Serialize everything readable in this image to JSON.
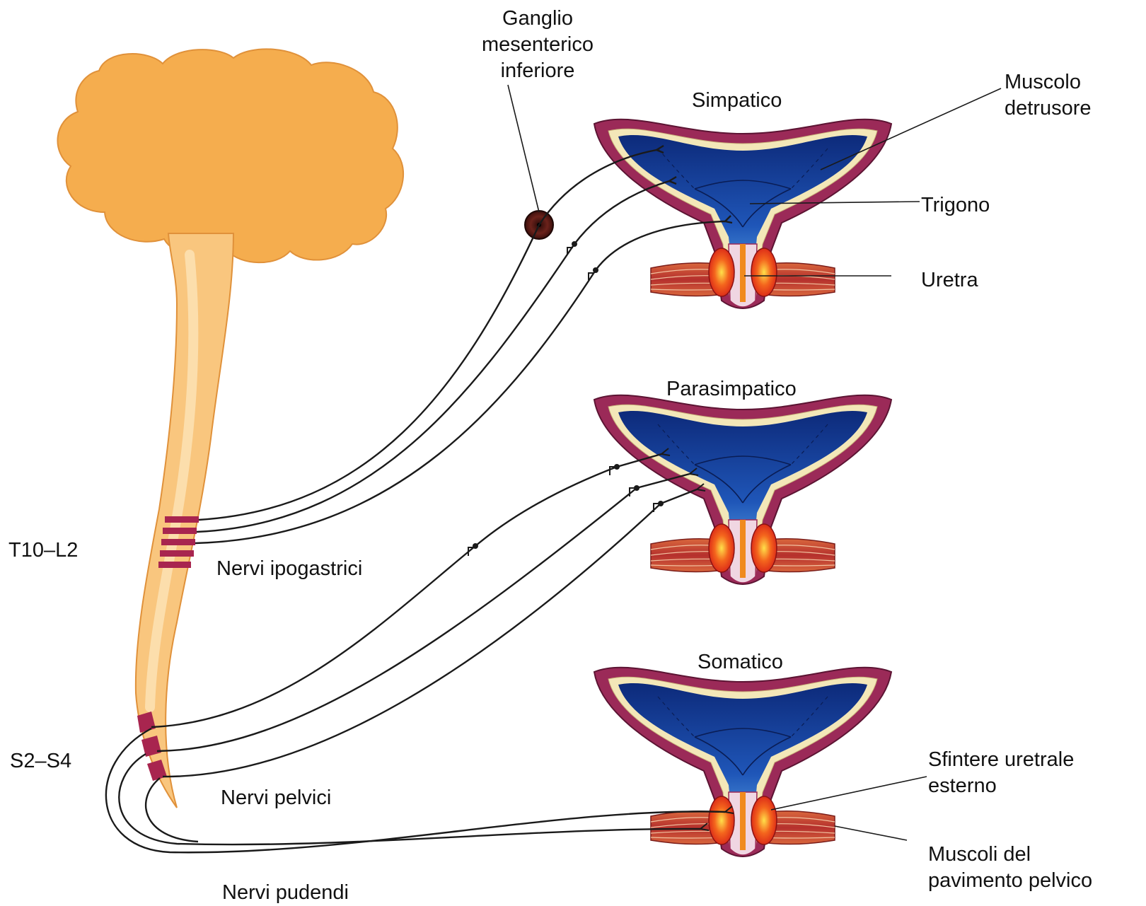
{
  "labels": {
    "ganglion": [
      "Ganglio",
      "mesenterico",
      "inferiore"
    ],
    "simpatico": "Simpatico",
    "parasimpatico": "Parasimpatico",
    "somatico": "Somatico",
    "detrusor": [
      "Muscolo",
      "detrusore"
    ],
    "trigono": "Trigono",
    "uretra": "Uretra",
    "t10_l2": "T10–L2",
    "s2_s4": "S2–S4",
    "nervi_ipogastrici": "Nervi ipogastrici",
    "nervi_pelvici": "Nervi pelvici",
    "nervi_pudendi": "Nervi pudendi",
    "sphincter": [
      "Sfintere uretrale",
      "esterno"
    ],
    "pelvic_floor": [
      "Muscoli del",
      "pavimento pelvico"
    ]
  },
  "colors": {
    "brain": "#f5ad4e",
    "spinal_cord": "#f9c67e",
    "spinal_cord_light": "#fde3b8",
    "segment_band": "#a8254f",
    "bladder_wall": "#9b2a58",
    "bladder_lining": "#f3e7b8",
    "lumen_dark": "#0d2a7a",
    "lumen_light": "#4fa3e6",
    "sphincter": "#e3211d",
    "muscle": "#c0413a",
    "urethra_core": "#f08a1e",
    "ganglion": "#5a1a16"
  }
}
